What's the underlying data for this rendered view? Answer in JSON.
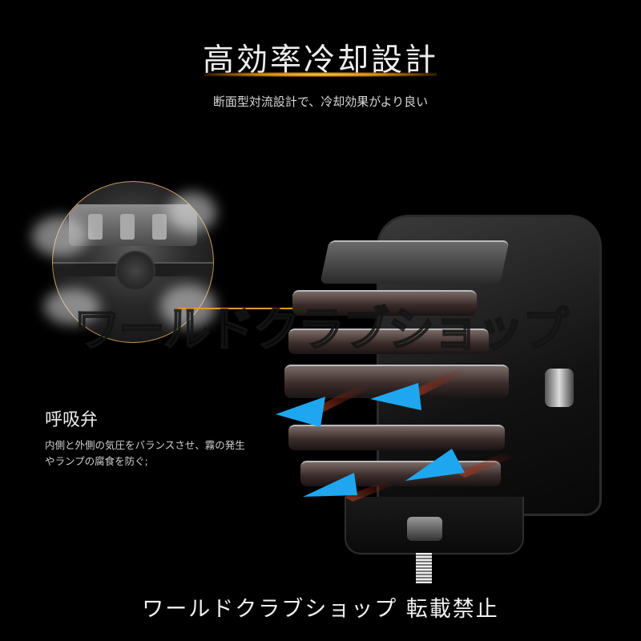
{
  "header": {
    "title": "高効率冷却設計",
    "subtitle": "断面型対流設計で、冷却効果がより良い"
  },
  "callout": {
    "title": "呼吸弁",
    "description": "内側と外側の気圧をバランスさせ、霧の発生やランプの腐食を防ぐ;"
  },
  "watermark": "ワールドクラブショップ",
  "footer": "ワールドクラブショップ 転載禁止",
  "colors": {
    "background": "#000000",
    "title_glow": "#ffc23a",
    "leader_line": "#e09a2a",
    "airflow_arrow": "#1ea7f0",
    "heat_glow": "#7a1c10"
  },
  "icons": {
    "airflow_arrows": [
      "arrow-down-left",
      "arrow-down-left",
      "arrow-down-left",
      "arrow-down-left"
    ]
  }
}
